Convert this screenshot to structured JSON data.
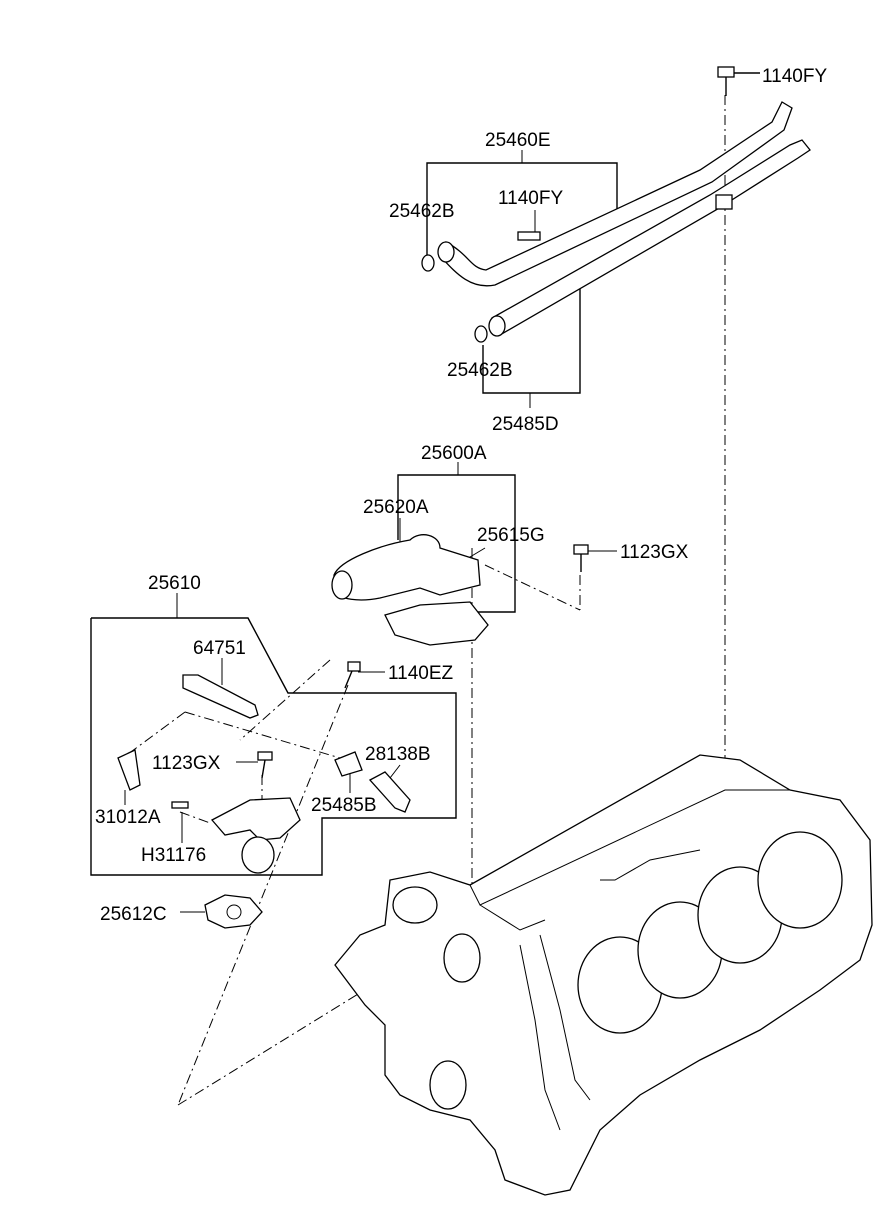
{
  "labels": {
    "p1140FY_top": "1140FY",
    "p25460E": "25460E",
    "p25462B_a": "25462B",
    "p1140FY_mid": "1140FY",
    "p25462B_b": "25462B",
    "p25485D": "25485D",
    "p25600A": "25600A",
    "p25620A": "25620A",
    "p25615G": "25615G",
    "p1123GX_a": "1123GX",
    "p25610": "25610",
    "p64751": "64751",
    "p1140EZ": "1140EZ",
    "p28138B": "28138B",
    "p1123GX_b": "1123GX",
    "p31012A": "31012A",
    "p25485B": "25485B",
    "pH31176": "H31176",
    "p25612C": "25612C"
  }
}
